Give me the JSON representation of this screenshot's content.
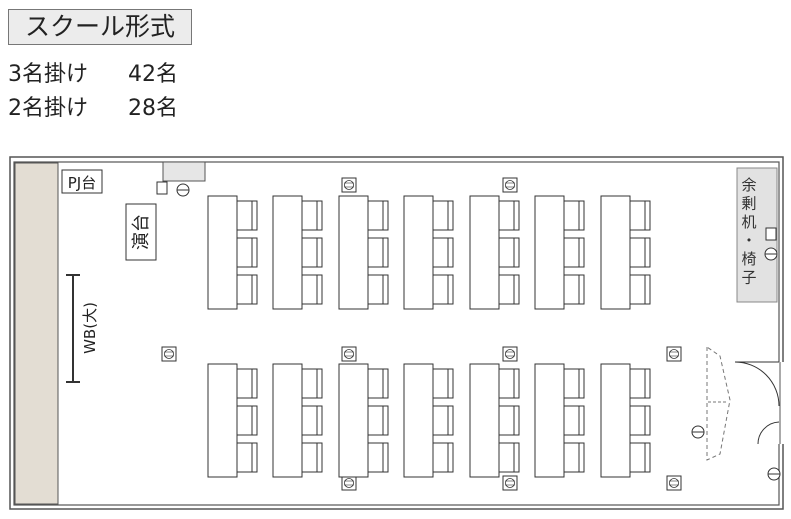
{
  "title": "スクール形式",
  "capacity": [
    {
      "label": "3名掛け",
      "value": "42名"
    },
    {
      "label": "2名掛け",
      "value": "28名"
    }
  ],
  "room": {
    "pj_label": "PJ台",
    "podium_label": "演台",
    "wb_label": "WB(大)",
    "spare_label": "余剰机・椅子"
  },
  "colors": {
    "wall": "#555555",
    "whiteboard_strip": "#e3ddd3",
    "spare_area": "#e2e2e2",
    "pillar": "#e6e6e6",
    "line": "#333333"
  },
  "layout": {
    "table_columns": 7,
    "tables_per_block": 1,
    "seats_per_table": 3,
    "blocks": [
      "front",
      "rear"
    ]
  }
}
